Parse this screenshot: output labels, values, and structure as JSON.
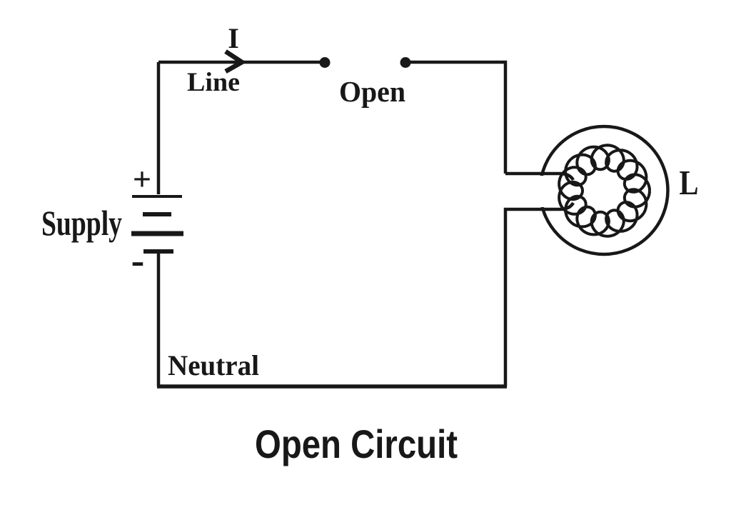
{
  "figure": {
    "caption": "Open Circuit",
    "labels": {
      "current": "I",
      "line": "Line",
      "switch": "Open",
      "supply": "Supply",
      "neutral": "Neutral",
      "load": "L",
      "positive": "+",
      "negative": "-"
    },
    "icons": {
      "battery": "battery-cells-icon",
      "switch": "open-switch-contacts-icon",
      "load": "inductor-coil-icon",
      "arrow": "current-direction-arrow-icon"
    },
    "colors": {
      "ink": "#181818",
      "paper": "#ffffff"
    }
  }
}
